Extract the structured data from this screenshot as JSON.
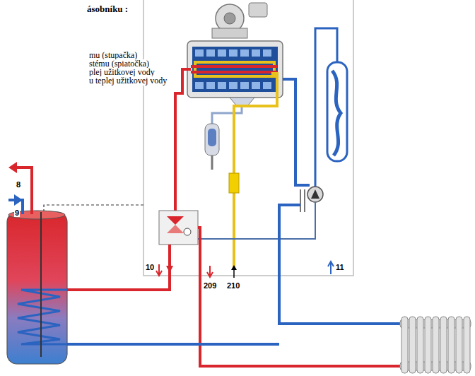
{
  "diagram": {
    "labels": [
      "ásobníku :",
      "mu (stupačka)",
      "stému (spiatočka)",
      "plej užitkovej vody",
      "u teplej užitkovej vody",
      "8",
      "9",
      "10",
      "11",
      "209",
      "210"
    ]
  }
}
